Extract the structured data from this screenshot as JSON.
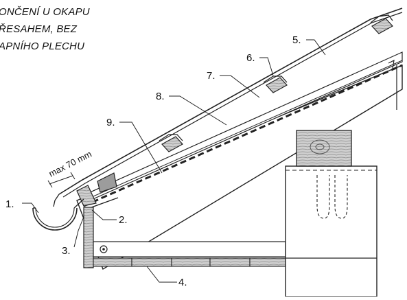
{
  "title": {
    "lines": [
      "ONČENÍ U OKAPU",
      "ŘESAHEM, BEZ",
      "APNÍHO PLECHU"
    ]
  },
  "dimension": {
    "label": "max 70 mm"
  },
  "callouts": [
    "1.",
    "2.",
    "3.",
    "4.",
    "5.",
    "6.",
    "7.",
    "8.",
    "9."
  ]
}
